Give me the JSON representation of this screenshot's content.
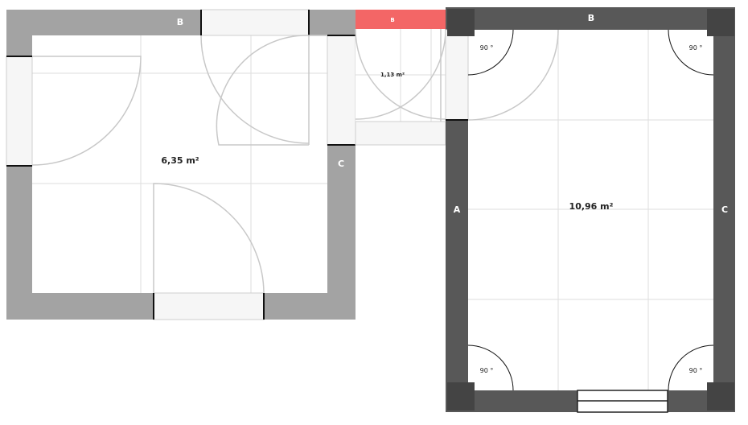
{
  "plan": {
    "colors": {
      "wall_light": "#a3a3a3",
      "wall_dark": "#585858",
      "wall_selected": "#f36666",
      "corner_dark": "#444444",
      "grid": "#dddddd",
      "door_line": "#c8c8c8",
      "opening_fill": "#f6f6f6",
      "wall_label": "#ffffff",
      "text": "#222222"
    },
    "left_room": {
      "area_label": "6,35 m²",
      "wall_labels": {
        "top": "B",
        "right": "C"
      }
    },
    "small_room": {
      "area_label": "1,13 m²",
      "wall_labels": {
        "top": "B"
      }
    },
    "right_room": {
      "area_label": "10,96 m²",
      "wall_labels": {
        "top": "B",
        "left": "A",
        "right": "C"
      },
      "corner_angles": {
        "top_left": "90 °",
        "top_right": "90 °",
        "bottom_left": "90 °",
        "bottom_right": "90 °"
      }
    }
  }
}
